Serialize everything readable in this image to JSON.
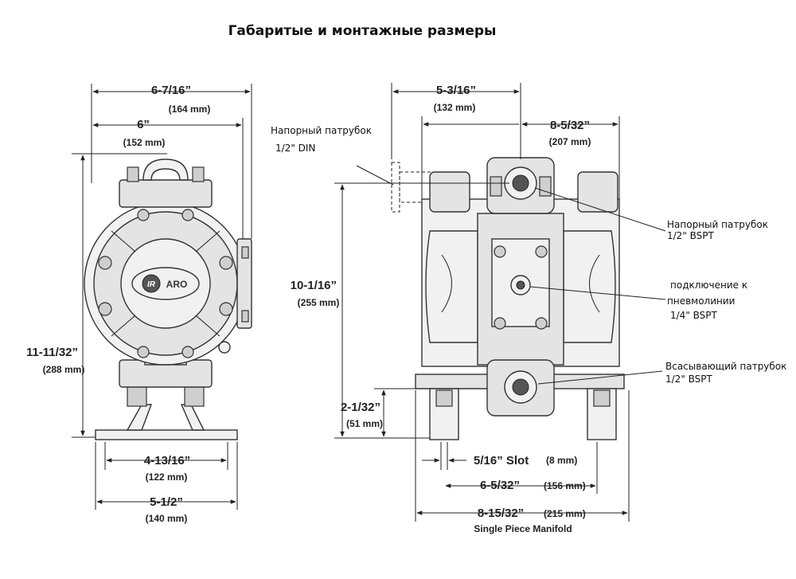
{
  "title": "Габаритые и монтажные размеры",
  "logo": {
    "brand_mark": "IR",
    "brand_name": "ARO"
  },
  "dimensions": {
    "overall_depth": {
      "value": "6-7/16”",
      "metric": "(164 mm)"
    },
    "depth_6": {
      "value": "6”",
      "metric": "(152 mm)"
    },
    "overall_height": {
      "value": "11-11/32”",
      "metric": "(288 mm)"
    },
    "base_depth": {
      "value": "4-13/16”",
      "metric": "(122 mm)"
    },
    "foot_depth": {
      "value": "5-1/2”",
      "metric": "(140 mm)"
    },
    "outlet_offset": {
      "value": "5-3/16”",
      "metric": "(132 mm)"
    },
    "half_width": {
      "value": "8-5/32”",
      "metric": "(207 mm)"
    },
    "inlet_to_outlet": {
      "value": "10-1/16”",
      "metric": "(255 mm)"
    },
    "inlet_height": {
      "value": "2-1/32”",
      "metric": "(51 mm)"
    },
    "slot": {
      "value": "5/16” Slot",
      "metric": "(8 mm)"
    },
    "mount_spacing": {
      "value": "6-5/32”",
      "metric": "(156 mm)"
    },
    "overall_width": {
      "value": "8-15/32”",
      "metric": "(215 mm)"
    },
    "manifold_note": "Single Piece Manifold"
  },
  "callouts": {
    "din_outlet": {
      "line1": "Напорный патрубок",
      "line2": "1/2\" DIN"
    },
    "bspt_outlet": {
      "line1": "Напорный патрубок",
      "line2": "1/2\" BSPT"
    },
    "air_inlet": {
      "line1": "подключение к",
      "line2": "пневмолинии",
      "line3": "1/4\" BSPT"
    },
    "suction_inlet": {
      "line1": "Всасывающий патрубок",
      "line2": "1/2\" BSPT"
    }
  }
}
